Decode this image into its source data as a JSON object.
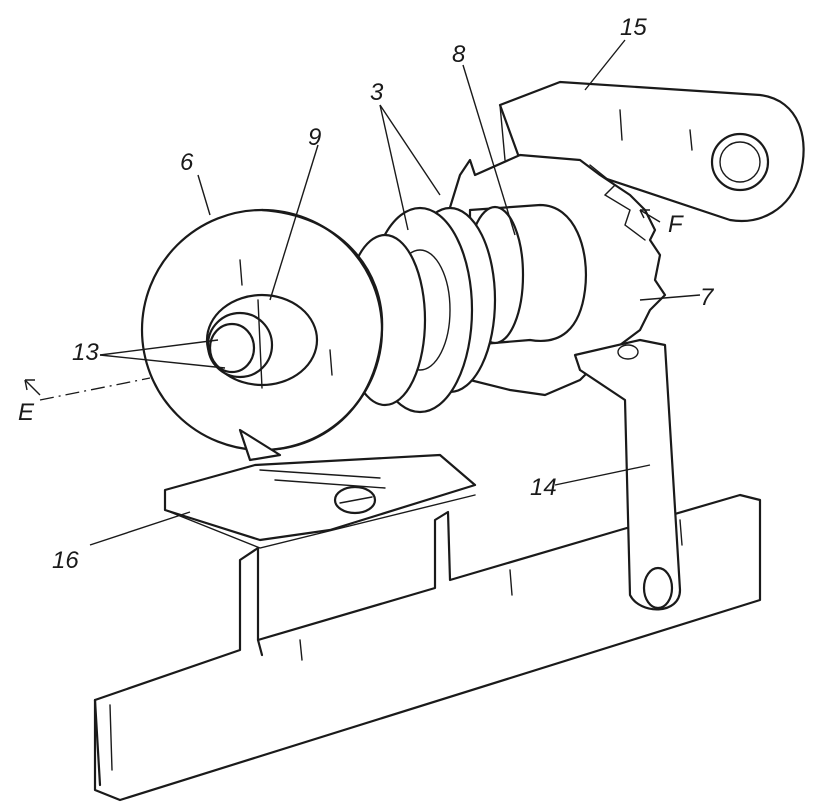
{
  "reference_labels": {
    "r3": "3",
    "r6": "6",
    "r7": "7",
    "r8": "8",
    "r9": "9",
    "r13": "13",
    "r14": "14",
    "r15": "15",
    "r16": "16",
    "rE": "E",
    "rF": "F"
  }
}
